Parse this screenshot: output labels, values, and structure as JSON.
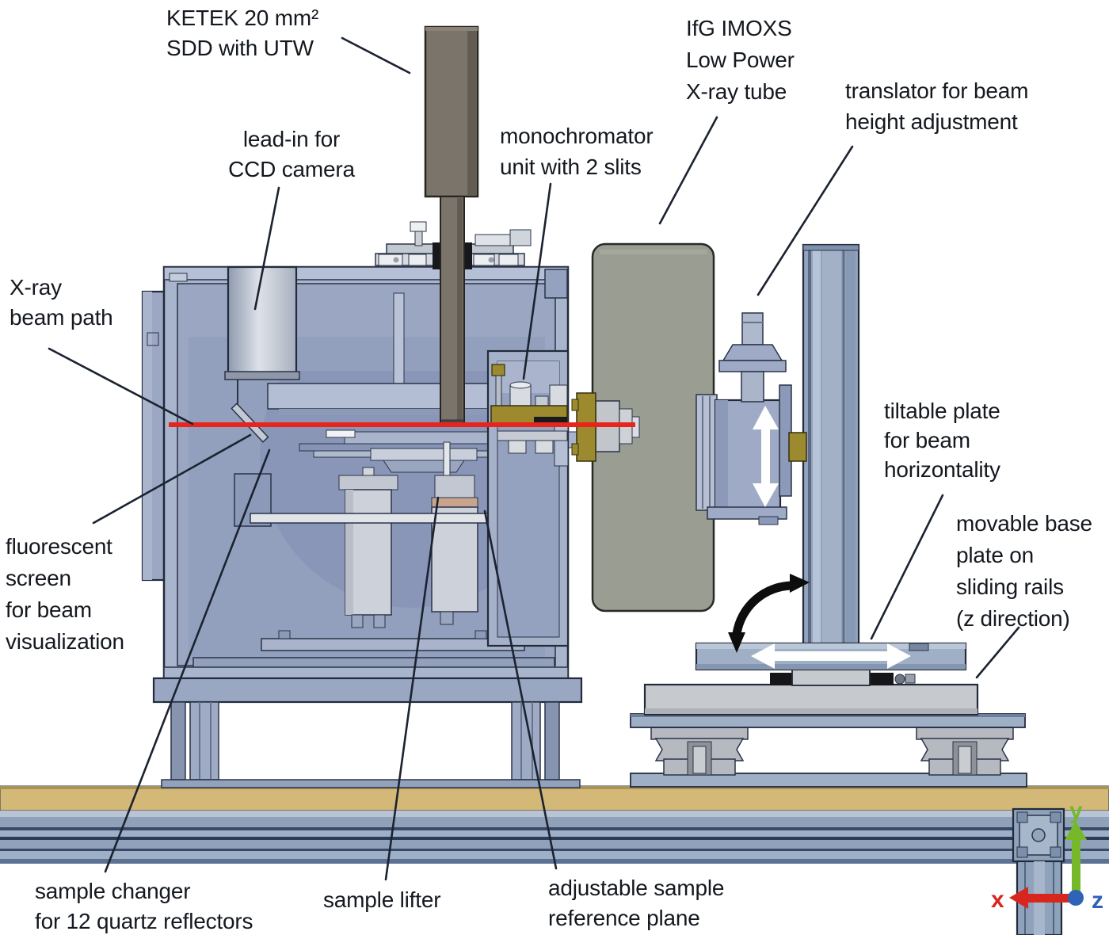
{
  "diagram": {
    "labels": {
      "detector": [
        "KETEK 20 mm²",
        "SDD with UTW"
      ],
      "ccd": [
        "lead-in for",
        "CCD camera"
      ],
      "tube": [
        "IfG IMOXS",
        "Low Power",
        "X-ray tube"
      ],
      "translator": [
        "translator for beam",
        "height adjustment"
      ],
      "mono": [
        "monochromator",
        "unit with 2 slits"
      ],
      "beam": [
        "X-ray",
        "beam path"
      ],
      "fluorescent": [
        "fluorescent",
        "screen",
        "for beam",
        "visualization"
      ],
      "tiltable": [
        "tiltable plate",
        "for beam",
        "horizontality"
      ],
      "movable": [
        "movable base",
        "plate on",
        "sliding rails",
        "(z direction)"
      ],
      "changer": [
        "sample changer",
        "for 12 quartz reflectors"
      ],
      "lifter": [
        "sample lifter"
      ],
      "reference": [
        "adjustable sample",
        "reference plane"
      ]
    },
    "axes": {
      "x": "x",
      "y": "y",
      "z": "z"
    },
    "colors": {
      "beam": "#e8251d",
      "axis_x": "#d7261d",
      "axis_y": "#76b82a",
      "axis_z": "#2e63b8",
      "chamber": "#a9b4cd",
      "xray_tube": "#999d92",
      "detector_tube": "#7b746a",
      "brass": "#9d8a2e",
      "table_top": "#d3b878",
      "annotation": "#14181f"
    }
  }
}
